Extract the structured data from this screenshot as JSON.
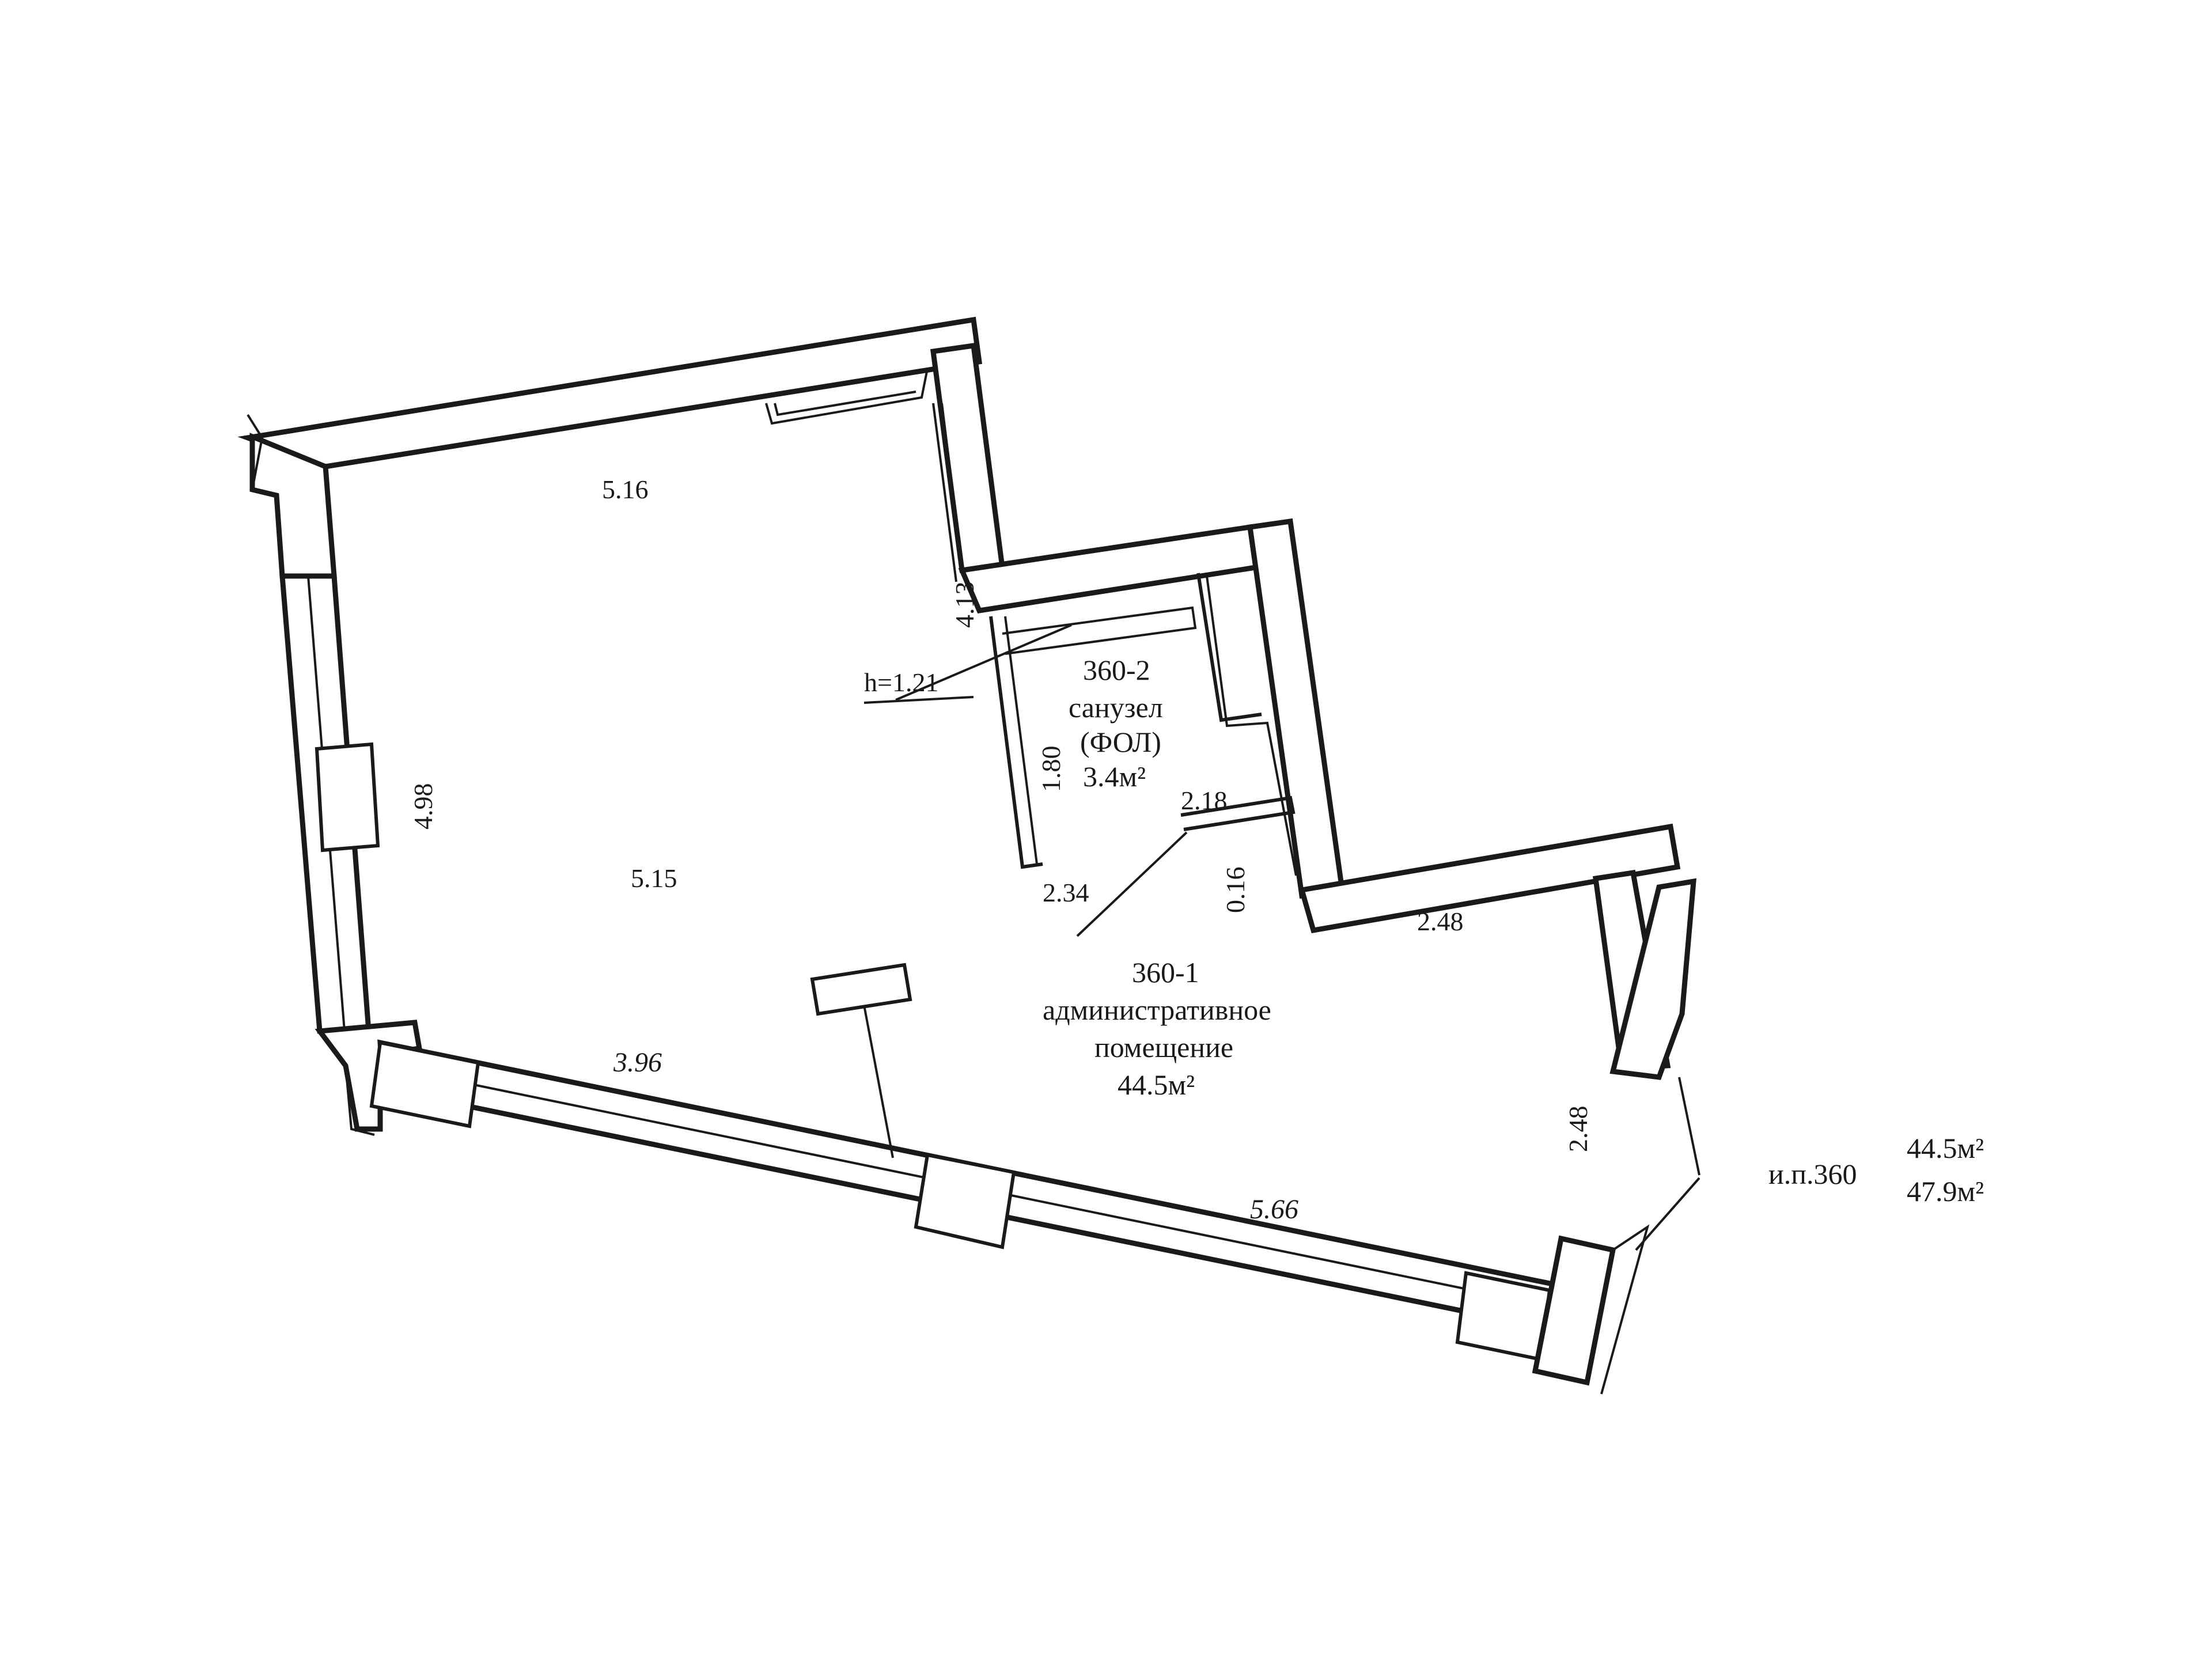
{
  "rooms": {
    "bathroom": {
      "number": "360-2",
      "name": "санузел",
      "note": "(ФОЛ)",
      "area": "3.4м²"
    },
    "office": {
      "number": "360-1",
      "name_line1": "административное",
      "name_line2": "помещение",
      "area": "44.5м²"
    }
  },
  "dimensions": {
    "top_wall": "5.16",
    "bath_right": "4.13",
    "height_note": "h=1.21",
    "left_wall": "4.98",
    "bath_depth": "1.80",
    "bath_width": "2.18",
    "center": "5.15",
    "bath_bottom": "2.34",
    "small_gap": "0.16",
    "right_step": "2.48",
    "bottom_left": "3.96",
    "right_wall": "2.48",
    "bottom_right": "5.66"
  },
  "summary": {
    "unit_label": "и.п.360",
    "area_main": "44.5м²",
    "area_total": "47.9м²"
  }
}
